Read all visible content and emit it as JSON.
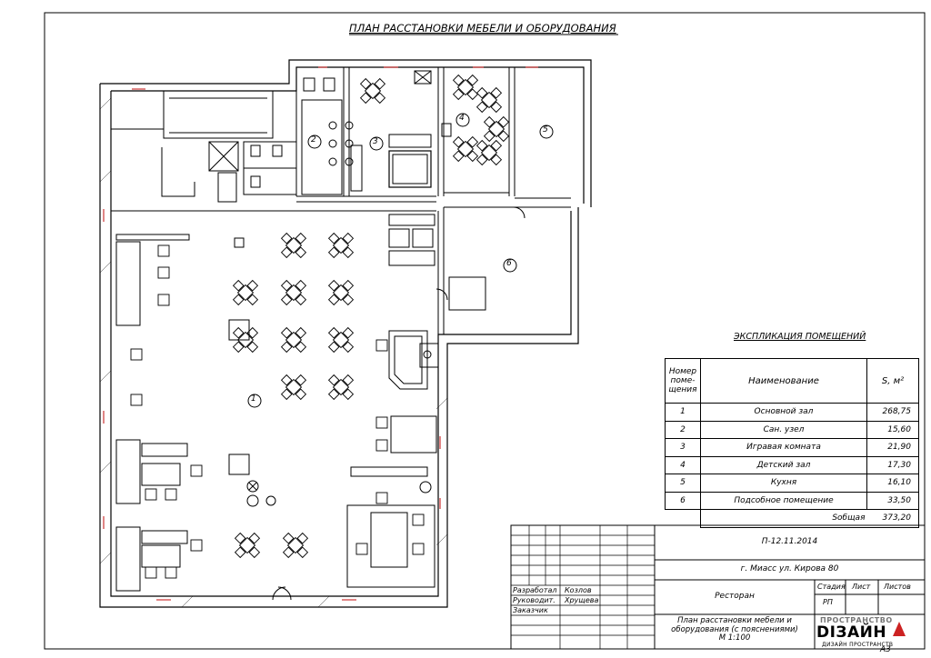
{
  "title": "ПЛАН РАССТАНОВКИ МЕБЕЛИ И ОБОРУДОВАНИЯ",
  "room_markers": [
    "1",
    "2",
    "3",
    "4",
    "5",
    "6"
  ],
  "explication": {
    "title": "ЭКСПЛИКАЦИЯ ПОМЕЩЕНИЙ",
    "headers": {
      "num": "Номер поме- щения",
      "name": "Наименование",
      "area": "S, м²"
    },
    "rows": [
      {
        "num": "1",
        "name": "Основной зал",
        "area": "268,75"
      },
      {
        "num": "2",
        "name": "Сан. узел",
        "area": "15,60"
      },
      {
        "num": "3",
        "name": "Игравая комната",
        "area": "21,90"
      },
      {
        "num": "4",
        "name": "Детский зал",
        "area": "17,30"
      },
      {
        "num": "5",
        "name": "Кухня",
        "area": "16,10"
      },
      {
        "num": "6",
        "name": "Подсобное помещение",
        "area": "33,50"
      }
    ],
    "total_label": "Sобщая",
    "total_value": "373,20"
  },
  "stamp": {
    "code": "П-12.11.2014",
    "address": "г. Миасс ул. Кирова 80",
    "object": "Ресторан",
    "drawing_title_1": "План расстановки мебели и",
    "drawing_title_2": "оборудования (с пояснениями)",
    "scale": "М 1:100",
    "stage_label": "Стадия",
    "sheet_label": "Лист",
    "sheets_label": "Листов",
    "stage_value": "РП",
    "roles": [
      {
        "role": "Разработал",
        "name": "Козлов"
      },
      {
        "role": "Руководит.",
        "name": "Хрущева"
      },
      {
        "role": "Заказчик",
        "name": ""
      }
    ],
    "format": "А3",
    "logo_top": "ПРОСТРАНСТВО",
    "logo_main": "DIЗАЙН",
    "logo_sub": "ДИЗАЙН ПРОСТРАНСТВ"
  }
}
